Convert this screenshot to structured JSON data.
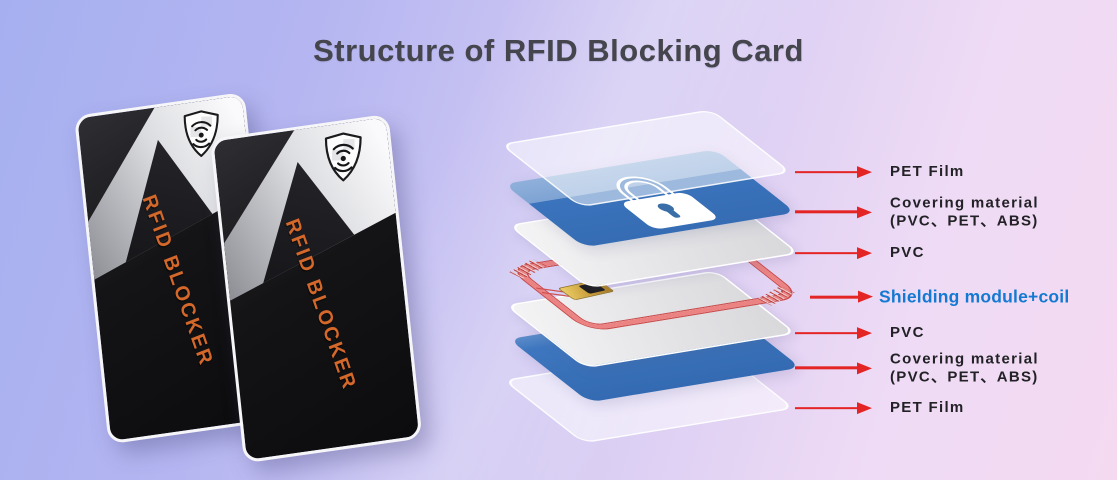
{
  "title": "Structure of RFID Blocking Card",
  "cards": {
    "label": "RFID BLOCKER",
    "shield_icon": "shield-signal-icon"
  },
  "diagram": {
    "layers": [
      {
        "name": "pet-film-top",
        "type": "film"
      },
      {
        "name": "covering-material-top",
        "type": "blue",
        "icon": "padlock-icon"
      },
      {
        "name": "pvc-top",
        "type": "gray"
      },
      {
        "name": "shielding-module-coil",
        "type": "coil"
      },
      {
        "name": "pvc-bottom",
        "type": "gray"
      },
      {
        "name": "covering-material-bottom",
        "type": "blue"
      },
      {
        "name": "pet-film-bottom",
        "type": "film"
      }
    ],
    "callouts": [
      {
        "text": "PET Film",
        "sub": "",
        "emph": false
      },
      {
        "text": "Covering material",
        "sub": "(PVC、PET、ABS)",
        "emph": false
      },
      {
        "text": "PVC",
        "sub": "",
        "emph": false
      },
      {
        "text": "Shielding module+coil",
        "sub": "",
        "emph": true
      },
      {
        "text": "PVC",
        "sub": "",
        "emph": false
      },
      {
        "text": "Covering material",
        "sub": "(PVC、PET、ABS)",
        "emph": false
      },
      {
        "text": "PET Film",
        "sub": "",
        "emph": false
      }
    ]
  },
  "colors": {
    "background_left": "#a6b0f0",
    "background_right": "#f4daf1",
    "title_text": "#45464d",
    "label_text": "#222226",
    "emph_label_text": "#1479d2",
    "arrow_red": "#e42525",
    "layer_blue": "#3b74bd",
    "layer_gray": "#e2e2e5",
    "coil_red": "#ec8383",
    "card_black": "#141416",
    "card_text_orange": "#d4682b"
  }
}
